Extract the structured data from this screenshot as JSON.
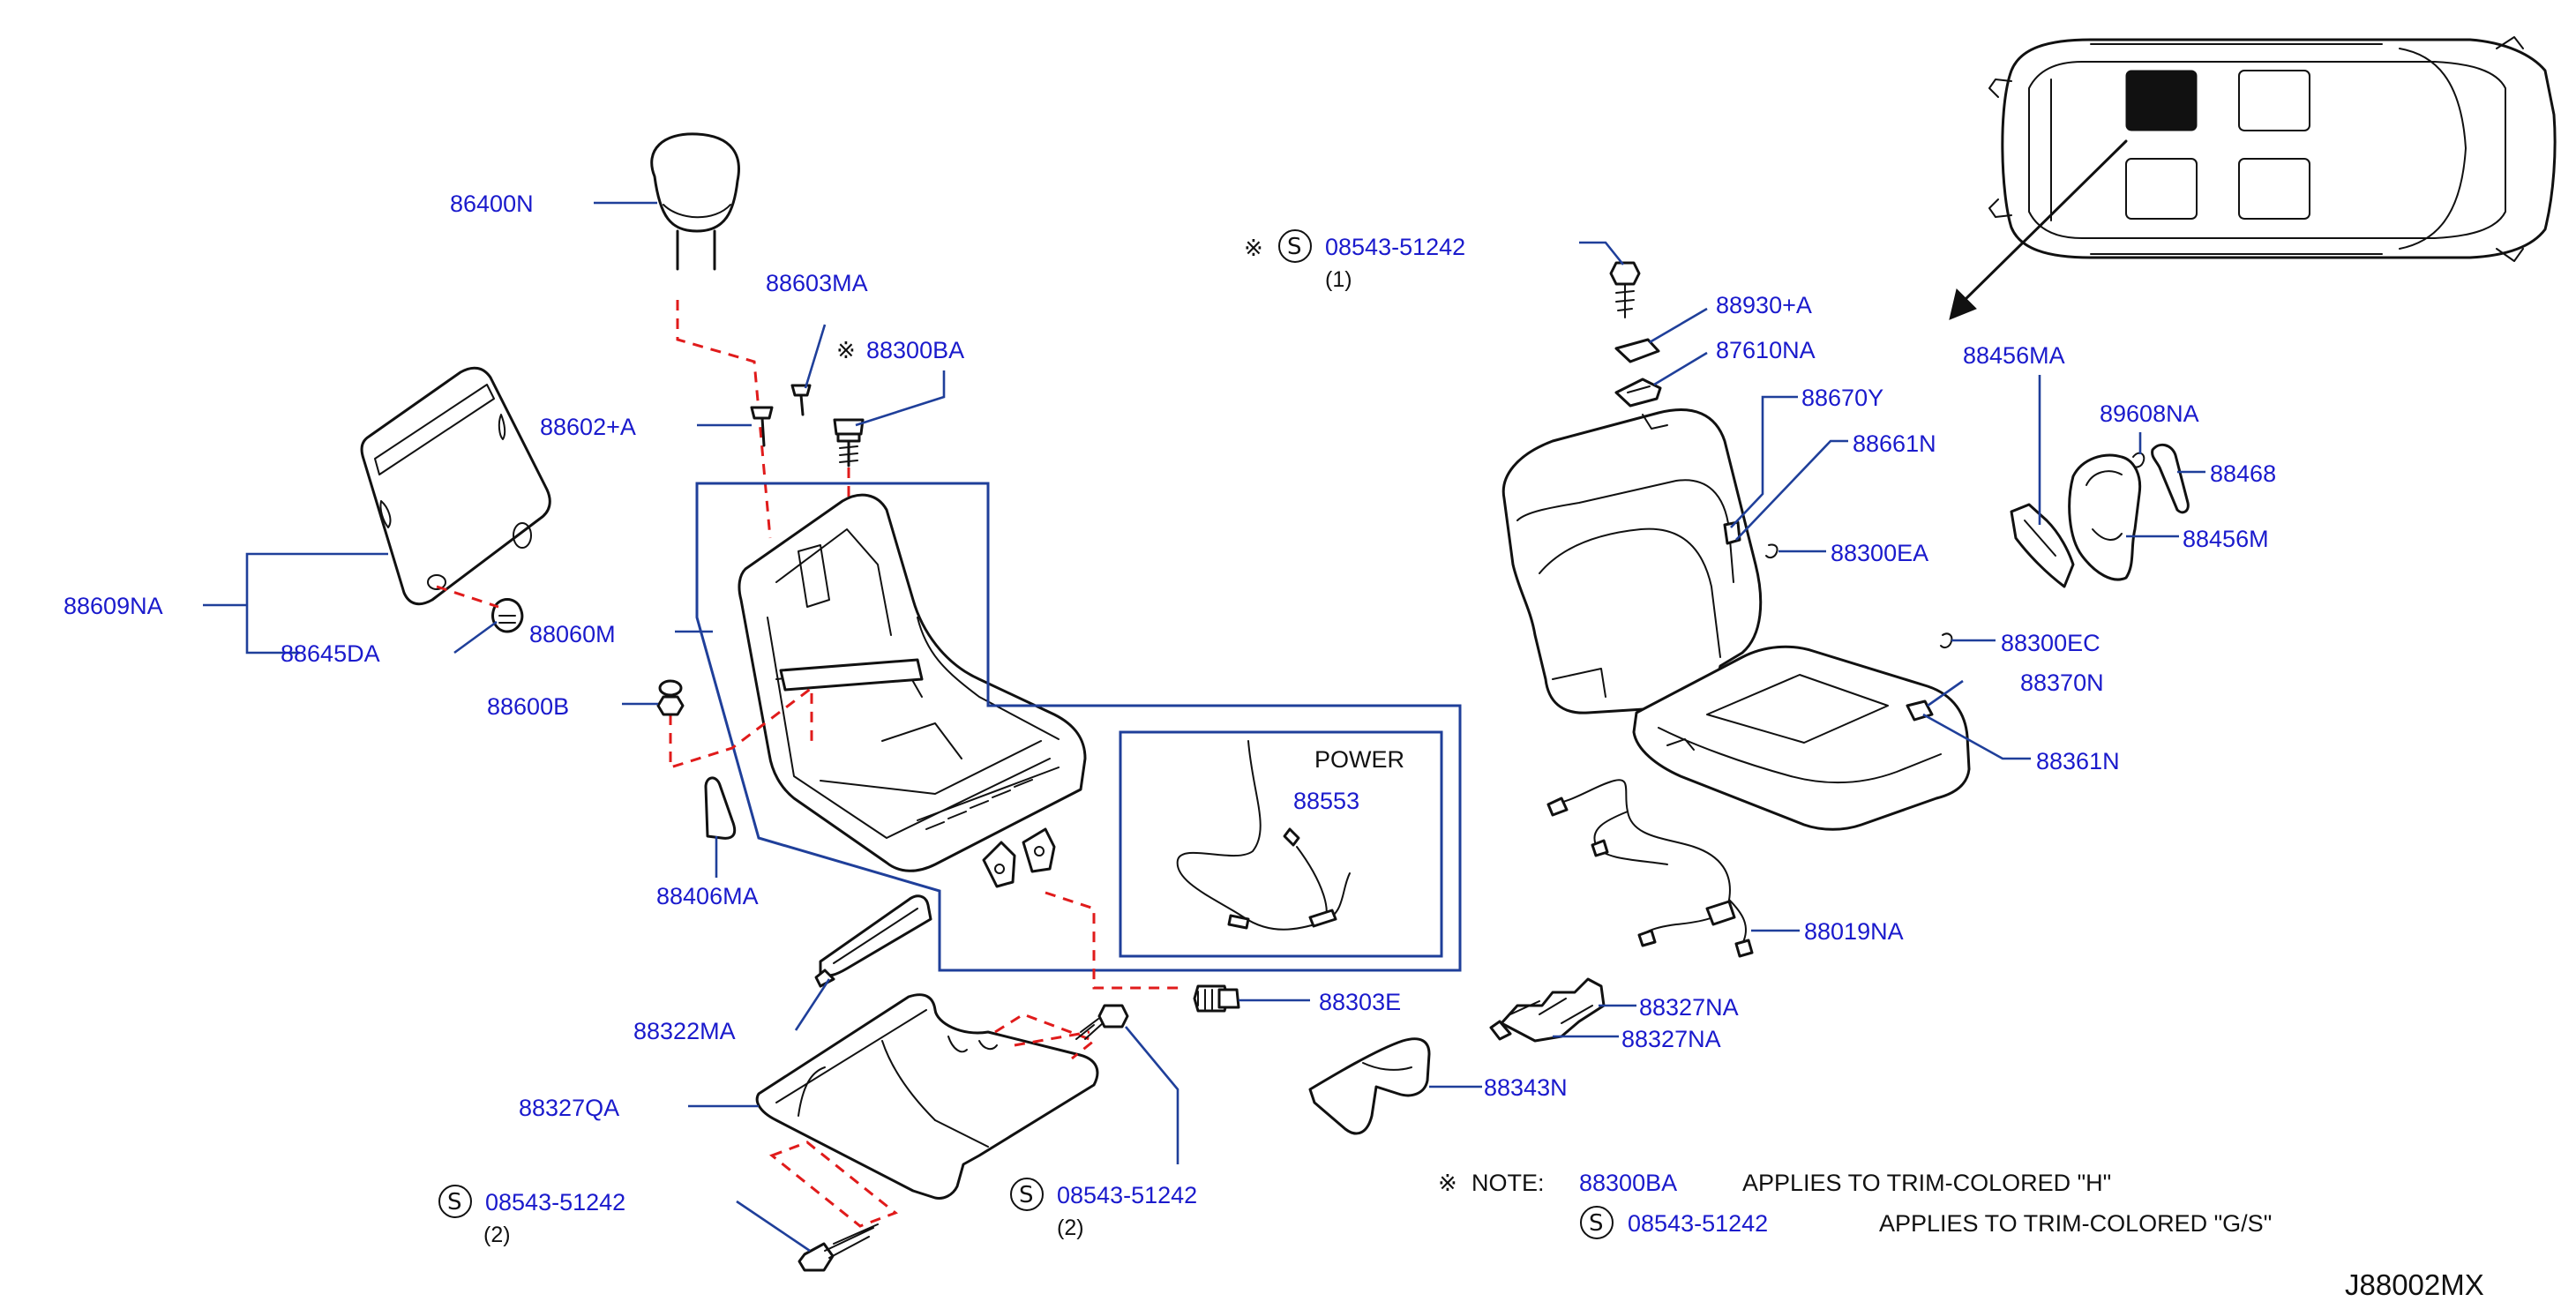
{
  "diagram_code": "J88002MX",
  "power_box_label": "POWER",
  "callouts": {
    "p86400N": "86400N",
    "p88603MA": "88603MA",
    "p88300BA": "88300BA",
    "p88602A": "88602+A",
    "p88609NA": "88609NA",
    "p88645DA": "88645DA",
    "p88060M": "88060M",
    "p88600B": "88600B",
    "p88406MA": "88406MA",
    "p88322MA": "88322MA",
    "p88327QA": "88327QA",
    "p08543_left": "08543-51242",
    "p08543_left_qty": "(2)",
    "p08543_mid": "08543-51242",
    "p08543_mid_qty": "(2)",
    "p08543_top": "08543-51242",
    "p08543_top_qty": "(1)",
    "p88553": "88553",
    "p88303E": "88303E",
    "p88930A": "88930+A",
    "p87610NA": "87610NA",
    "p88670Y": "88670Y",
    "p88661N": "88661N",
    "p88300EA": "88300EA",
    "p88300EC": "88300EC",
    "p88370N": "88370N",
    "p88361N": "88361N",
    "p88019NA": "88019NA",
    "p88327NA_a": "88327NA",
    "p88327NA_b": "88327NA",
    "p88343N": "88343N",
    "p88456MA": "88456MA",
    "p89608NA": "89608NA",
    "p88468": "88468",
    "p88456M": "88456M"
  },
  "symbols": {
    "note_mark": "※",
    "s_mark": "S"
  },
  "notes": {
    "note_label": "NOTE:",
    "line1_part": "88300BA",
    "line1_text": "APPLIES  TO  TRIM-COLORED  \"H\"",
    "line2_part": "08543-51242",
    "line2_text": "APPLIES  TO  TRIM-COLORED  \"G/S\""
  },
  "colors": {
    "label": "#1a1acc",
    "leader": "#1f3f9a",
    "dashed_link": "#e01b1b",
    "linework": "#111111"
  }
}
